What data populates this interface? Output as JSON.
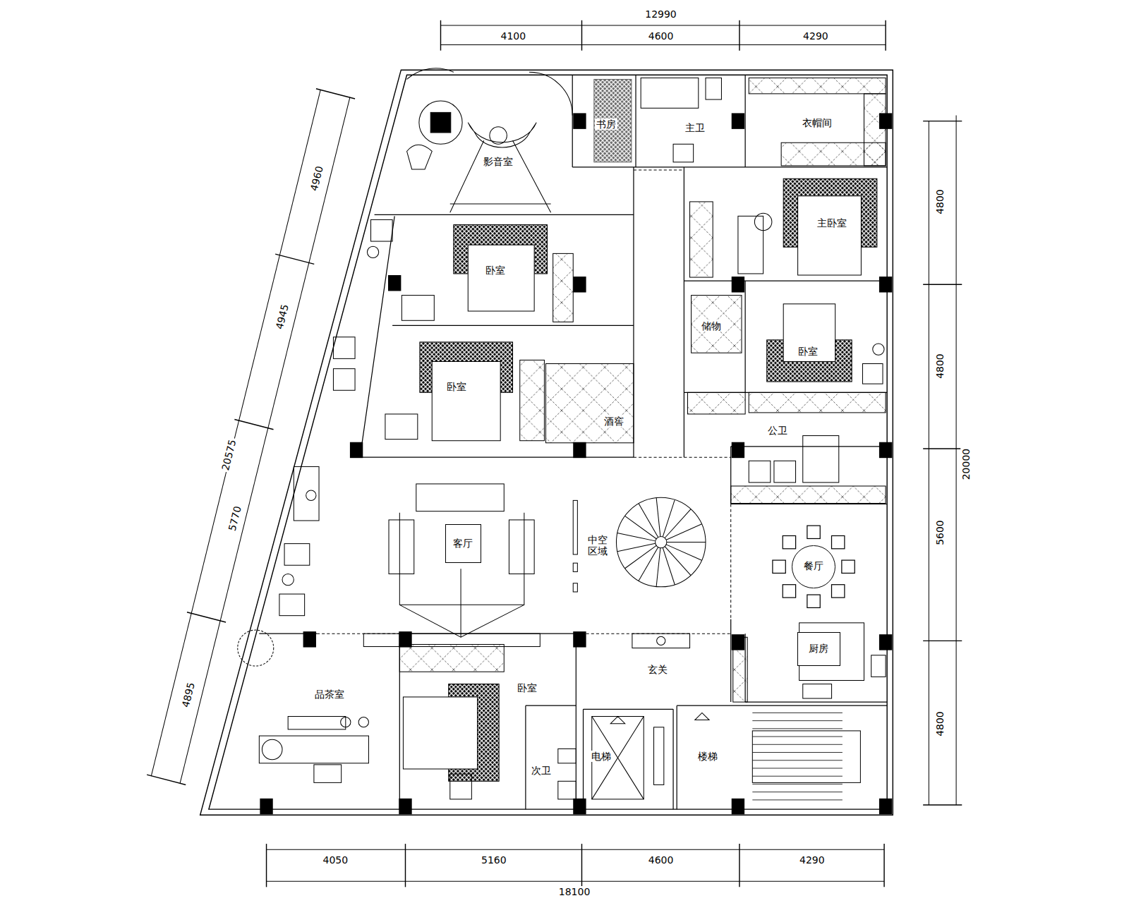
{
  "diagram": {
    "nodes": [
      {
        "text": [
          "客厅"
        ]
      },
      {
        "text": [
          "餐厅"
        ]
      },
      {
        "text": [
          "厨房"
        ]
      }
    ],
    "labels": [
      "12990",
      "4100",
      "4600",
      "4290",
      "20575",
      "4960",
      "4945",
      "5770",
      "4895",
      "4800",
      "4800",
      "5600",
      "4800",
      "20000",
      "4050",
      "5160",
      "4600",
      "4290",
      "18100",
      "影音室",
      "书房",
      "主卫",
      "衣帽间",
      "主卧室",
      "卧室",
      "卧室",
      "储物",
      "卧室",
      "酒窖",
      "公卫",
      "中空 区域",
      "玄关",
      "卧室",
      "品茶室",
      "次卫",
      "电梯",
      "楼梯"
    ]
  }
}
